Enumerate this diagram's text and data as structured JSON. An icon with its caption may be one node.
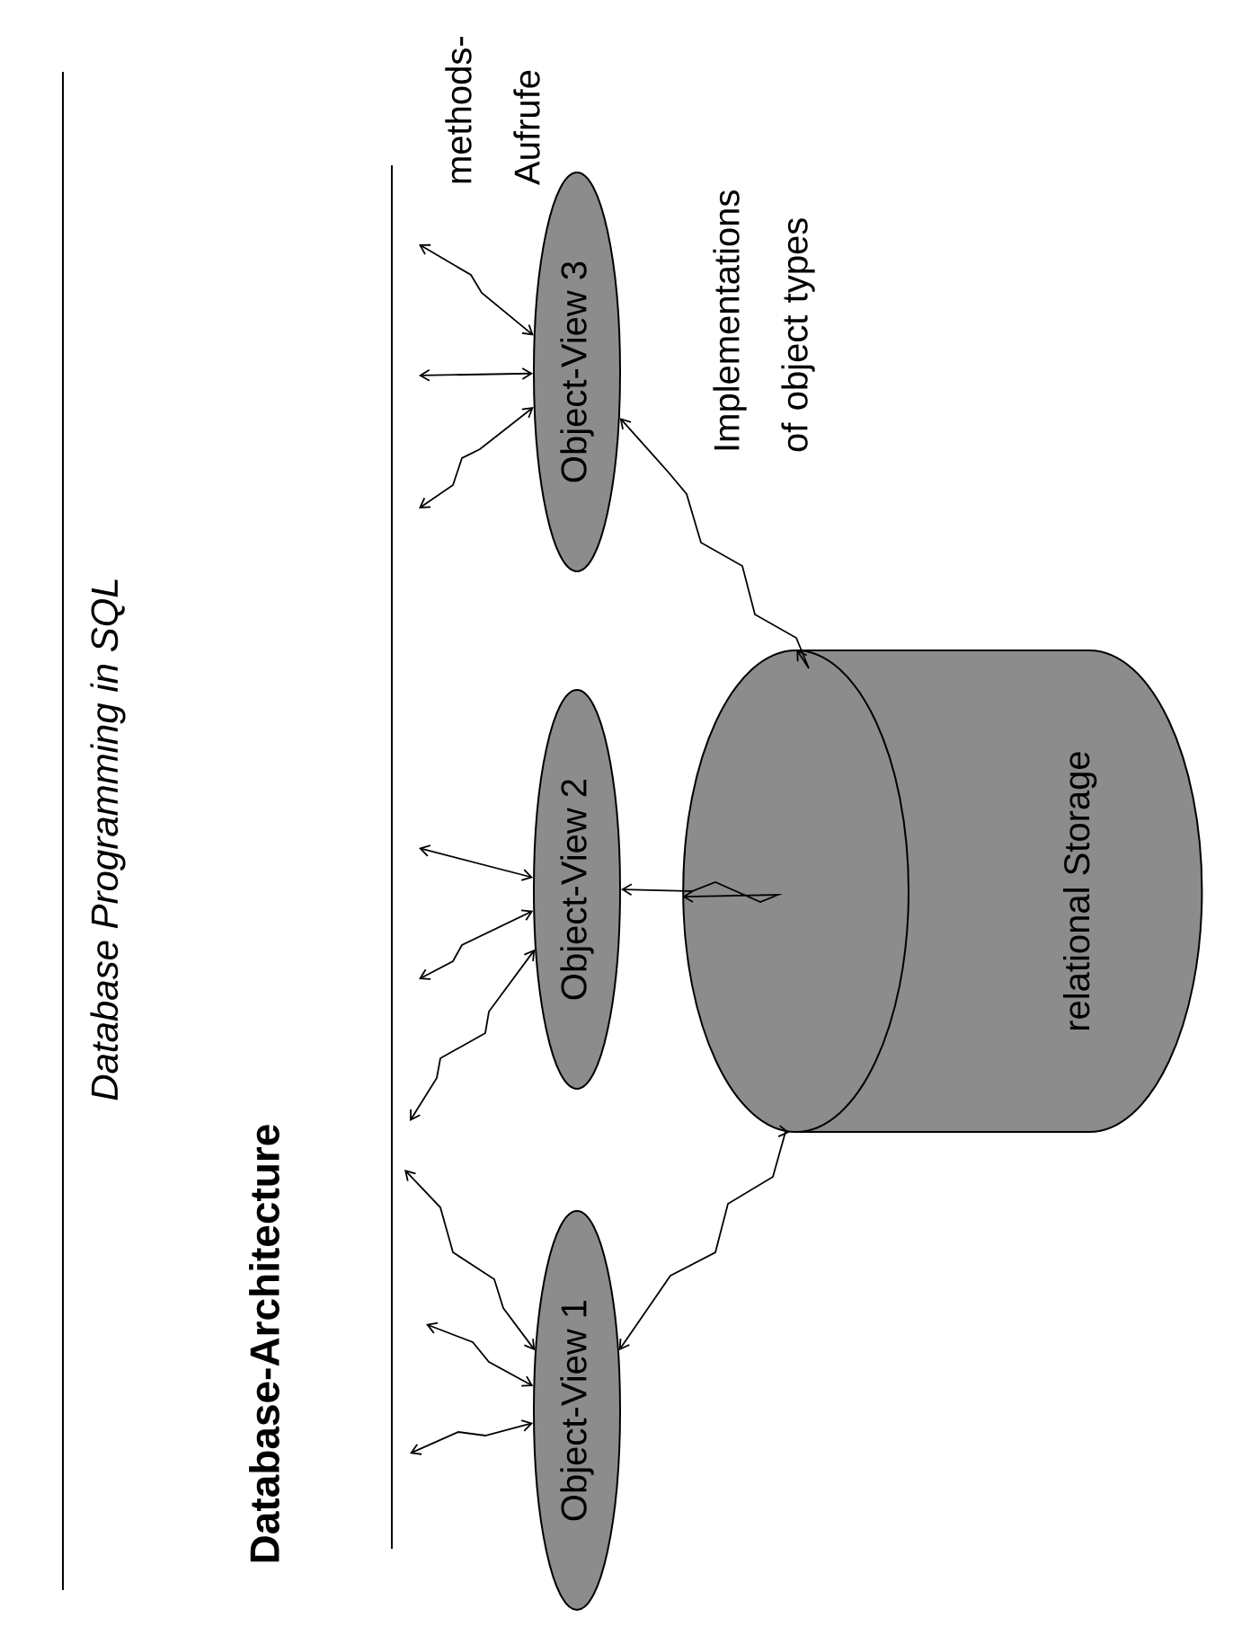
{
  "diagram": {
    "title": "Database-Architecture",
    "nodes": [
      {
        "text": [
          "Object-View 1"
        ]
      },
      {
        "text": [
          "Object-View 2"
        ]
      },
      {
        "text": [
          "Object-View 3"
        ]
      },
      {
        "text": [
          "relational Storage"
        ]
      }
    ],
    "edges": [
      {
        "from": null,
        "to": 0,
        "arrow": "both"
      },
      {
        "from": null,
        "to": 0,
        "arrow": "both"
      },
      {
        "from": null,
        "to": 0,
        "arrow": "both"
      },
      {
        "from": null,
        "to": 1,
        "arrow": "both"
      },
      {
        "from": null,
        "to": 1,
        "arrow": "both"
      },
      {
        "from": null,
        "to": 1,
        "arrow": "both"
      },
      {
        "from": null,
        "to": 2,
        "arrow": "both"
      },
      {
        "from": null,
        "to": 2,
        "arrow": "both"
      },
      {
        "from": null,
        "to": 2,
        "arrow": "both"
      },
      {
        "from": 0,
        "to": 3,
        "arrow": "both"
      },
      {
        "from": 1,
        "to": 3,
        "arrow": "both"
      },
      {
        "from": 2,
        "to": 3,
        "arrow": "both"
      }
    ],
    "labels": [
      "Database Programming in SQL",
      "methods- Aufrufe",
      "Implementations of object types"
    ]
  }
}
